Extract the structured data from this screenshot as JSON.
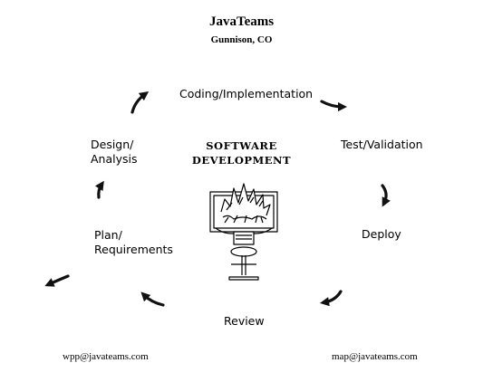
{
  "header": {
    "company": "JavaTeams",
    "location": "Gunnison, CO"
  },
  "center": {
    "title_line1": "SOFTWARE",
    "title_line2": "DEVELOPMENT",
    "figure_icon": "programmer-at-computer-icon"
  },
  "stages": {
    "coding": "Coding/Implementation",
    "test": "Test/Validation",
    "deploy": "Deploy",
    "review": "Review",
    "plan_line1": "Plan/",
    "plan_line2": "Requirements",
    "design_line1": "Design/",
    "design_line2": "Analysis"
  },
  "arrow_icon": "curved-cycle-arrow-icon",
  "contacts": {
    "left_email": "wpp@javateams.com",
    "right_email": "map@javateams.com"
  }
}
